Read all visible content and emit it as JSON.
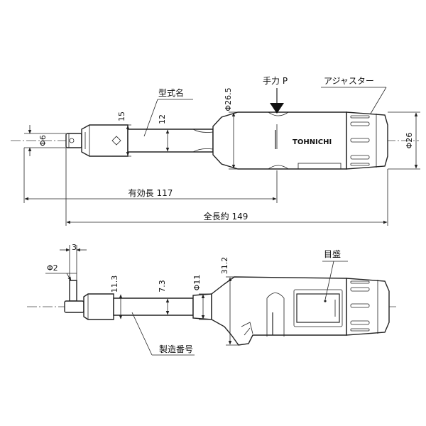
{
  "top_view": {
    "label_model": "型式名",
    "label_force": "手力 P",
    "label_adjuster": "アジャスター",
    "dim_phi6": "Φ6",
    "dim_15": "15",
    "dim_12": "12",
    "dim_phi26_5": "Φ26.5",
    "dim_phi26": "Φ26",
    "effective_length": "有効長 117",
    "total_length": "全長約 149",
    "brand": "TOHNICHI"
  },
  "side_view": {
    "dim_3": "3",
    "dim_phi2": "Φ2",
    "dim_11_3": "11.3",
    "dim_7_3": "7.3",
    "dim_phi11": "Φ11",
    "dim_31_2": "31.2",
    "label_scale": "目盛",
    "label_serial": "製造番号"
  }
}
